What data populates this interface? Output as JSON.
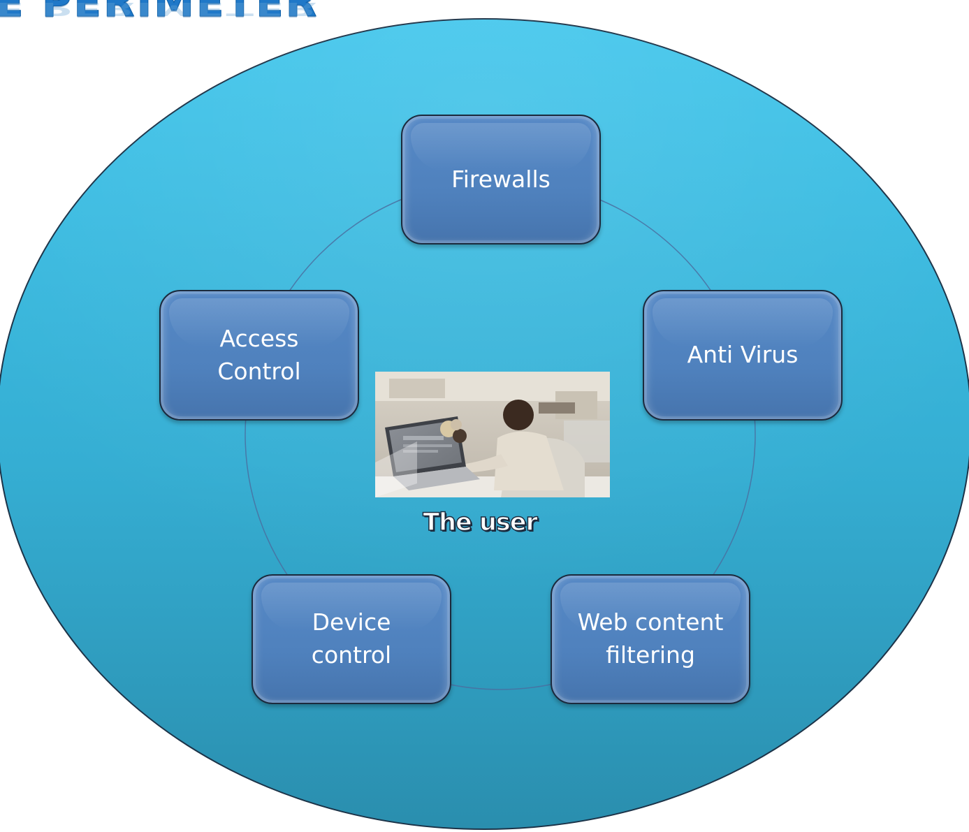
{
  "header": {
    "title_fragment": "E PERIMETER"
  },
  "diagram": {
    "nodes": [
      {
        "label": "Firewalls"
      },
      {
        "label": "Anti Virus"
      },
      {
        "label": "Web content\nfiltering"
      },
      {
        "label": "Device\ncontrol"
      },
      {
        "label": "Access\nControl"
      }
    ],
    "center": {
      "label": "The user",
      "image_description_icon": "person-at-laptop"
    }
  },
  "colors": {
    "outer_circle_top": "#3fc3e8",
    "outer_circle_bottom": "#2a8fb0",
    "box_fill": "#4f81bd",
    "box_border": "#1b2a3d",
    "cycle_line": "#4a6fa0",
    "title": "#1f78c8"
  }
}
